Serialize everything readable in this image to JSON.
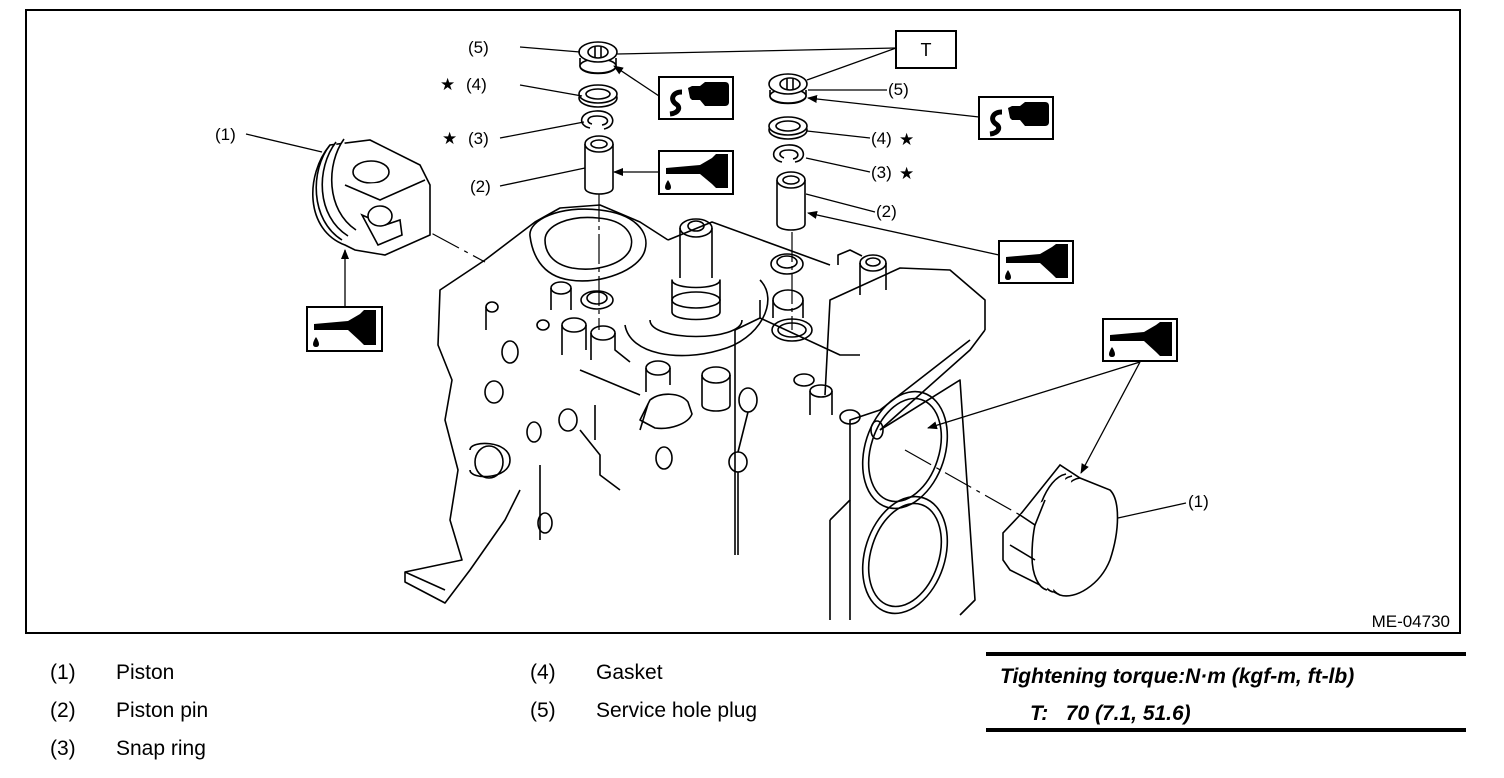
{
  "figure": {
    "id": "ME-04730",
    "callouts": {
      "left_piston": "(1)",
      "right_piston": "(1)",
      "left_pin": "(2)",
      "right_pin": "(2)",
      "left_snap_ring": "(3)",
      "right_snap_ring": "(3)",
      "left_gasket": "(4)",
      "right_gasket": "(4)",
      "left_plug": "(5)",
      "right_plug": "(5)"
    },
    "replace_marker": "★",
    "torque_box_label": "T",
    "symbols": {
      "sealant": "liquid-gasket-sealant-icon",
      "oil": "engine-oil-can-icon"
    }
  },
  "legend": {
    "items": [
      {
        "num": "(1)",
        "name": "Piston"
      },
      {
        "num": "(2)",
        "name": "Piston pin"
      },
      {
        "num": "(3)",
        "name": "Snap ring"
      },
      {
        "num": "(4)",
        "name": "Gasket"
      },
      {
        "num": "(5)",
        "name": "Service hole plug"
      }
    ]
  },
  "torque": {
    "title": "Tightening torque:N·m (kgf-m, ft-lb)",
    "value": "T:   70 (7.1, 51.6)"
  }
}
